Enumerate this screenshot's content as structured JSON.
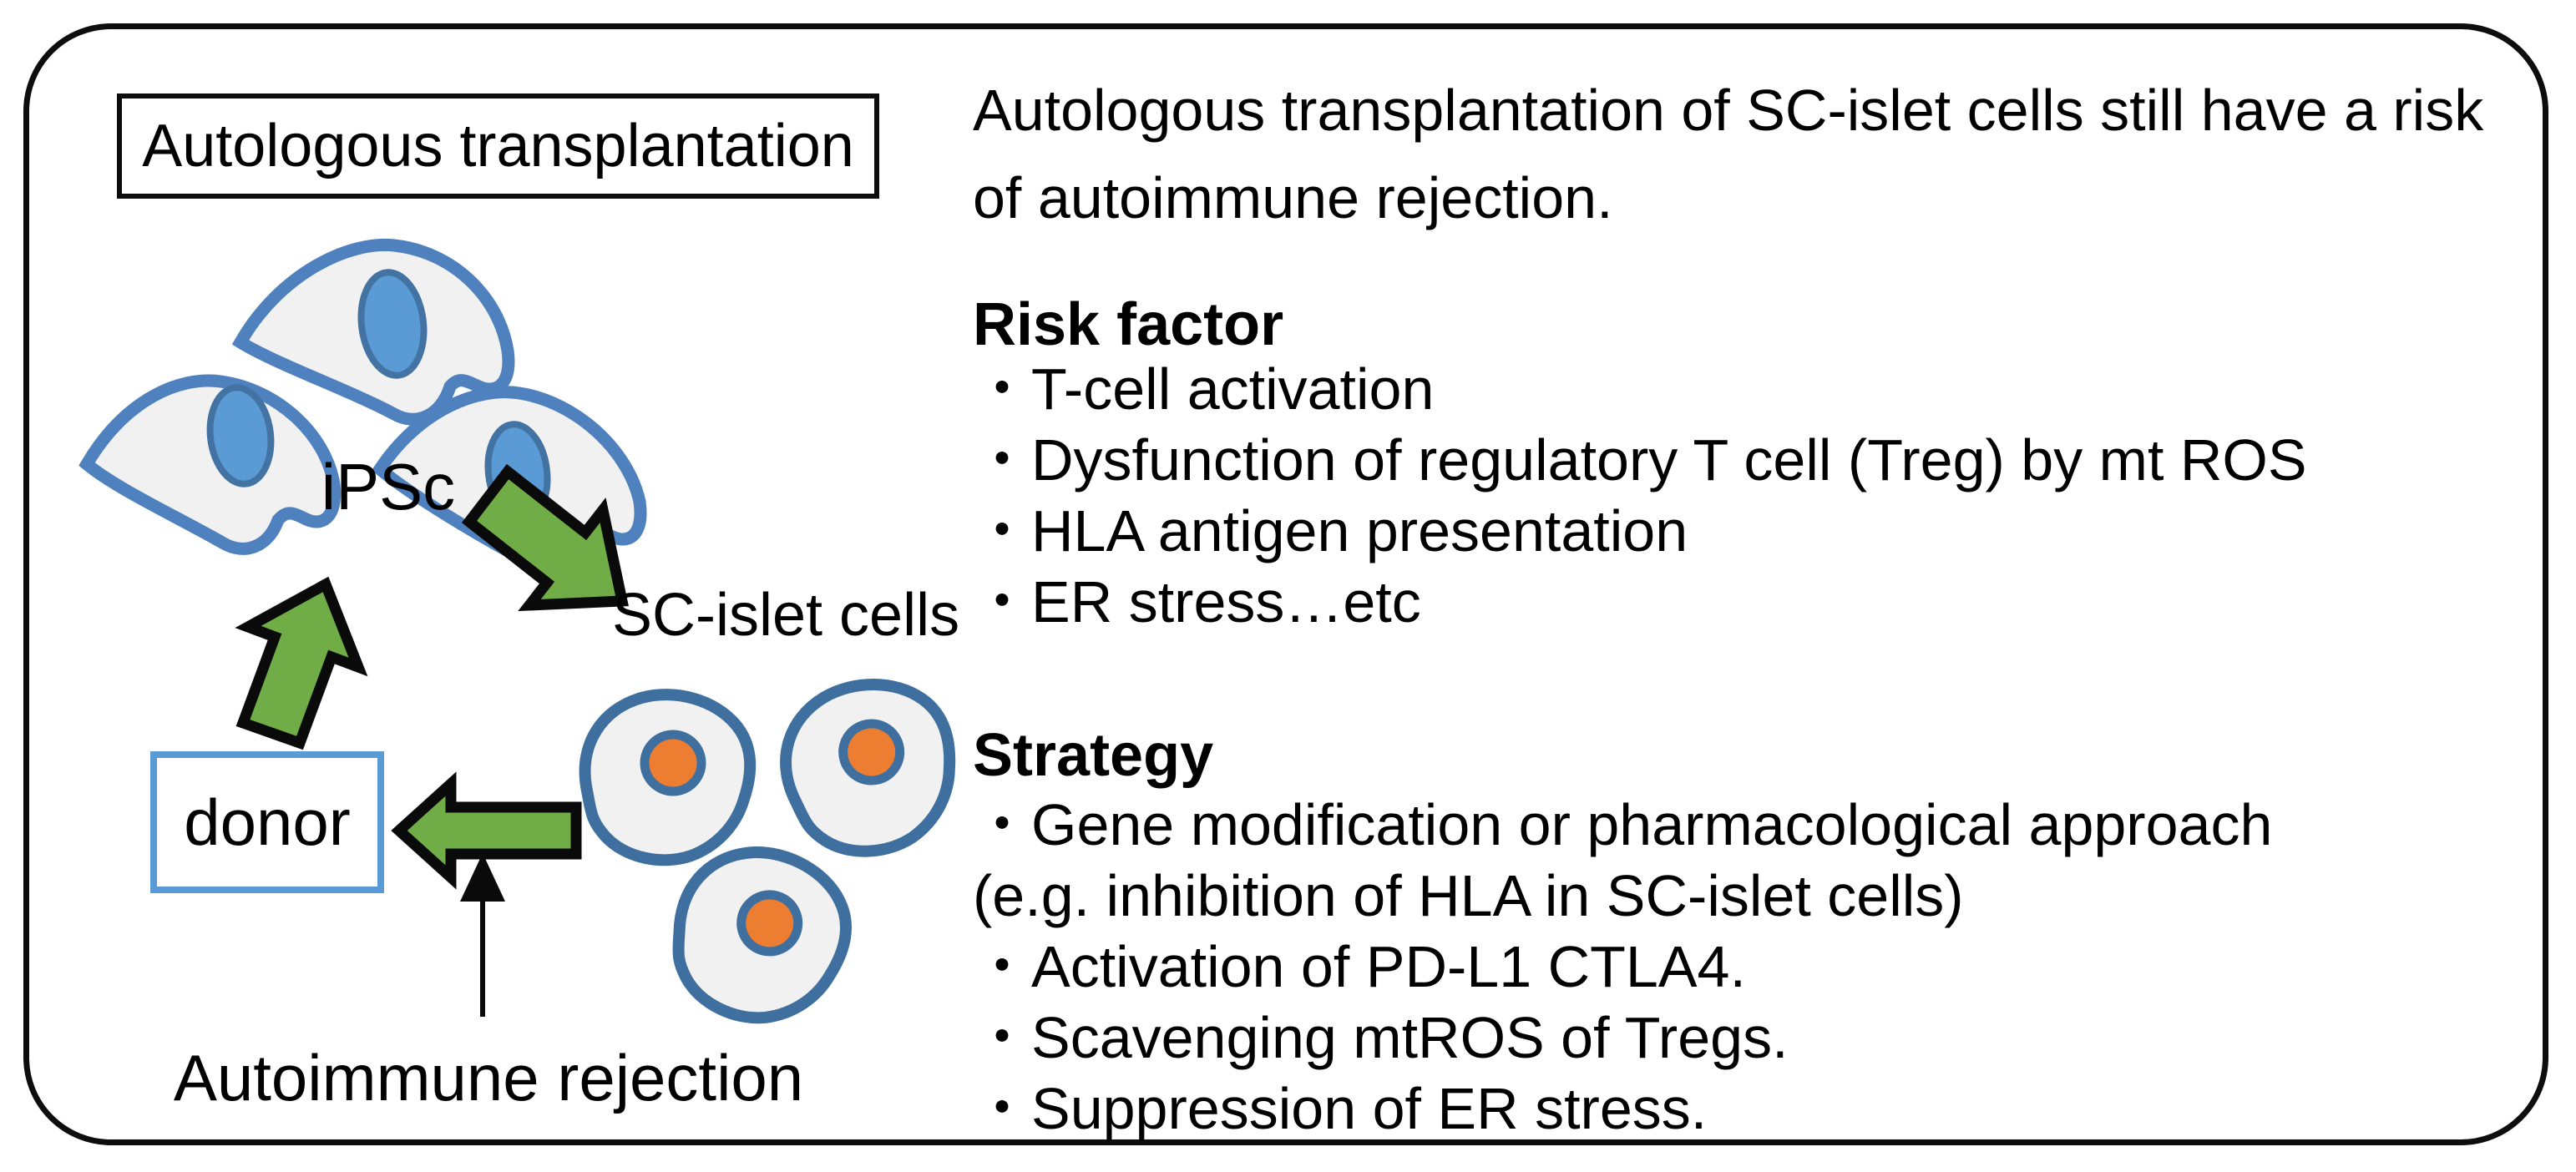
{
  "figure": {
    "title_box": "Autologous transplantation",
    "labels": {
      "ipsc": "iPSc",
      "sc_islet": "SC-islet cells",
      "donor": "donor",
      "autoimmune": "Autoimmune rejection"
    }
  },
  "right": {
    "intro": "Autologous transplantation of SC-islet cells still have a risk of autoimmune rejection.",
    "risk": {
      "heading": "Risk factor",
      "items": [
        {
          "bullet": "・",
          "text": "T-cell activation"
        },
        {
          "bullet": "・",
          "text": "Dysfunction of regulatory T cell (Treg) by mt ROS"
        },
        {
          "bullet": "・",
          "text": "HLA antigen presentation"
        },
        {
          "bullet": "・",
          "text": "ER stress…etc"
        }
      ]
    },
    "strategy": {
      "heading": "Strategy",
      "items": [
        {
          "bullet": "・",
          "text": "Gene modification or pharmacological approach"
        },
        {
          "bullet": "",
          "text": "(e.g. inhibition of HLA in SC-islet cells)"
        },
        {
          "bullet": "・",
          "text": "Activation of PD-L1 CTLA4."
        },
        {
          "bullet": "・",
          "text": "Scavenging mtROS of Tregs."
        },
        {
          "bullet": "・",
          "text": "Suppression of ER stress."
        }
      ]
    }
  },
  "colors": {
    "arrow_green": "#70AD47",
    "spindle_outline_blue": "#4E81BD",
    "islet_outline_blue": "#3E6F9E",
    "nucleus_blue": "#5B9BD5",
    "nucleus_orange": "#ED7D31",
    "donor_border_blue": "#5B9BD5"
  }
}
